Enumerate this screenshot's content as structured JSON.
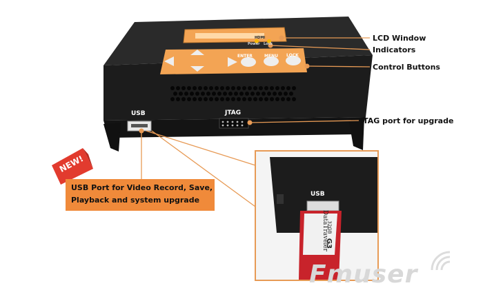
{
  "labels": {
    "lcd_window": "LCD Window",
    "indicators": "Indicators",
    "control_buttons": "Control Buttons",
    "jtag_upgrade": "JTAG port for upgrade",
    "usb_line1": "USB Port for Video Record, Save,",
    "usb_line2": "Playback and system upgrade",
    "new_badge": "NEW!"
  },
  "panel": {
    "usb_silk": "USB",
    "jtag_silk": "JTAG",
    "enter": "ENTER",
    "menu": "MENU",
    "lock": "LOCK",
    "power": "Power",
    "lock_led": "Lock",
    "hdmi": "HDMI"
  },
  "inset": {
    "usb_silk": "USB",
    "drive_brand": "DataTraveler",
    "drive_capacity": "32GB",
    "drive_model": "G3"
  },
  "watermark": "Fmuser",
  "colors": {
    "callout_line": "#e79a55",
    "usb_box": "#f08a3a",
    "badge": "#e23b2e",
    "lcd": "#f3a454",
    "device": "#1a1a1a"
  }
}
